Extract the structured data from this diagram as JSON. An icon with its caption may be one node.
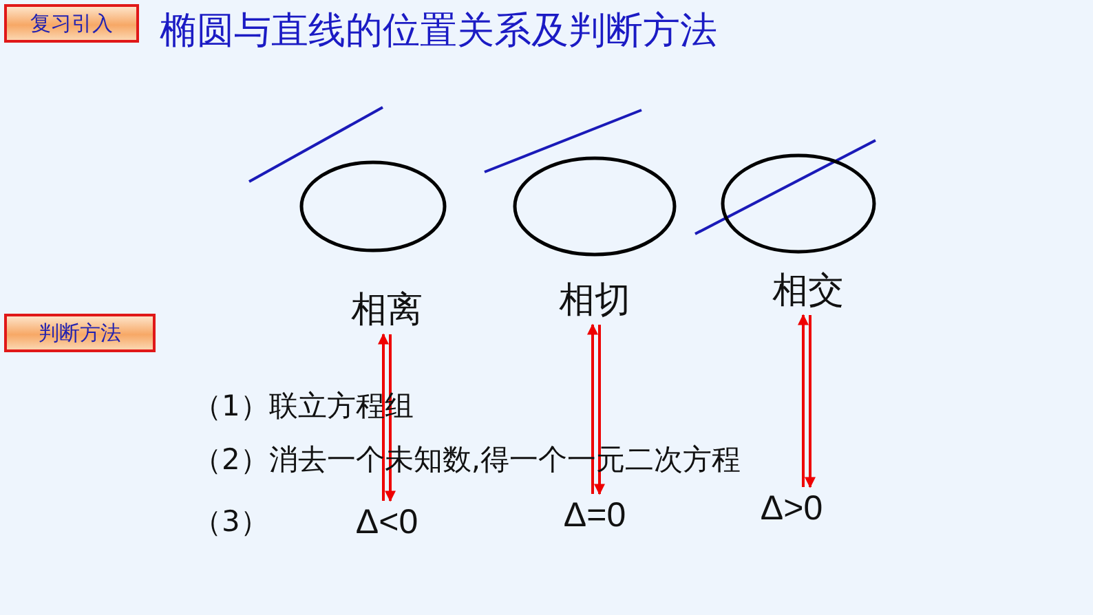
{
  "diagram": {
    "title": "椭圆与直线的位置关系及判断方法",
    "nodes": [
      {
        "text": [
          "复习引入"
        ]
      },
      {
        "text": [
          "判断方法"
        ]
      },
      {
        "text": [
          "相离"
        ]
      },
      {
        "text": [
          "相切"
        ]
      },
      {
        "text": [
          "相交"
        ]
      },
      {
        "text": [
          "Δ<0"
        ]
      },
      {
        "text": [
          "Δ=0"
        ]
      },
      {
        "text": [
          "Δ>0"
        ]
      }
    ],
    "edges": [
      {
        "from": 2,
        "to": 5,
        "arrow": "both"
      },
      {
        "from": 3,
        "to": 6,
        "arrow": "both"
      },
      {
        "from": 4,
        "to": 7,
        "arrow": "both"
      }
    ],
    "labels": [
      "（1）联立方程组",
      "（2）消去一个未知数,得一个一元二次方程",
      "（3）"
    ]
  }
}
